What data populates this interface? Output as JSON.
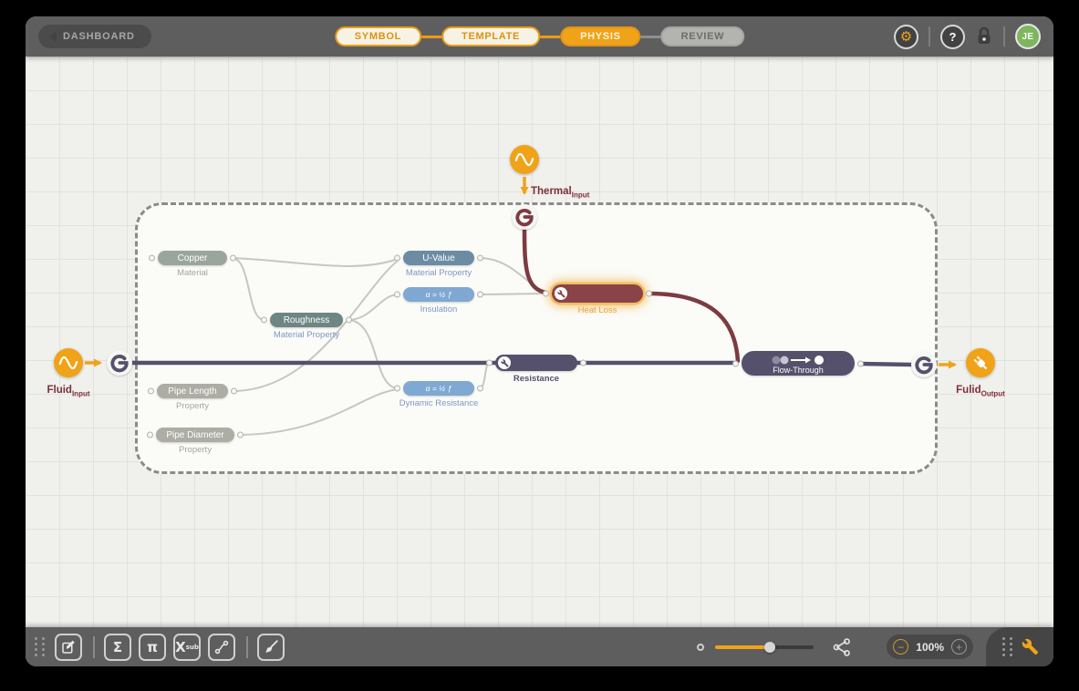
{
  "header": {
    "dashboard_label": "DASHBOARD",
    "steps": [
      {
        "label": "SYMBOL",
        "state": "completed"
      },
      {
        "label": "TEMPLATE",
        "state": "completed"
      },
      {
        "label": "PHYSIS",
        "state": "active"
      },
      {
        "label": "REVIEW",
        "state": "upcoming"
      }
    ],
    "gear_glyph": "⚙",
    "help_label": "?",
    "avatar_initials": "JE"
  },
  "canvas": {
    "io": {
      "thermal": {
        "name": "Thermal",
        "sub": "Input"
      },
      "fluid": {
        "name": "Fluid",
        "sub": "Input"
      },
      "output": {
        "name": "Fulid",
        "sub": "Output"
      }
    },
    "nodes": {
      "copper": {
        "label": "Copper",
        "sublabel": "Material"
      },
      "roughness": {
        "label": "Roughness",
        "sublabel": "Material Property"
      },
      "pipe_length": {
        "label": "Pipe Length",
        "sublabel": "Property"
      },
      "pipe_diameter": {
        "label": "Pipe Diameter",
        "sublabel": "Property"
      },
      "u_value": {
        "label": "U-Value",
        "sublabel": "Material Property"
      },
      "insulation": {
        "formula": "α = ½ ƒ",
        "sublabel": "Insulation"
      },
      "dynamic_resistance": {
        "formula": "α = ½ ƒ",
        "sublabel": "Dynamic Resistance"
      },
      "heat_loss": {
        "sublabel": "Heat Loss"
      },
      "resistance": {
        "sublabel": "Resistance"
      },
      "flow_through": {
        "label": "Flow-Through"
      }
    }
  },
  "toolbar": {
    "sigma_label": "Σ",
    "pi_label": "π",
    "xsub_main": "X",
    "xsub_sub": "sub",
    "zoom": {
      "minus": "−",
      "value": "100%",
      "plus": "+"
    }
  },
  "colors": {
    "accent_orange": "#F0A319",
    "thermal_red": "#7D3B41",
    "flow_purple": "#55516C",
    "chrome_gray": "#5E5E5E"
  }
}
